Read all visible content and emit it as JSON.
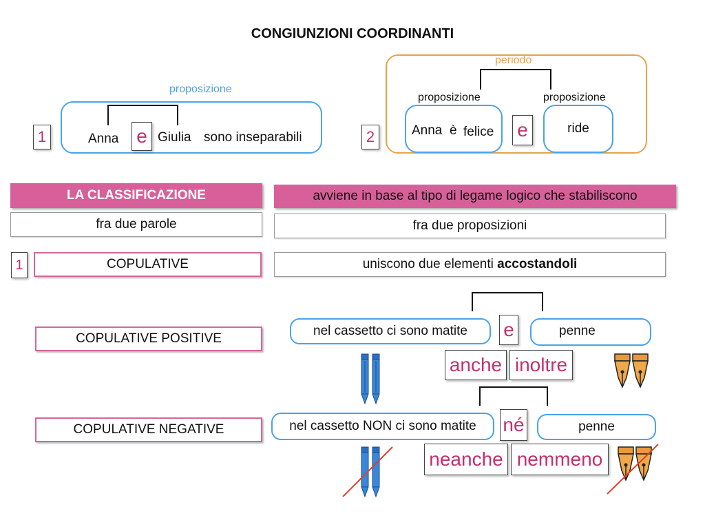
{
  "title": "CONGIUNZIONI COORDINANTI",
  "example1": {
    "number": "1",
    "label": "proposizione",
    "word_anna": "Anna",
    "conj": "e",
    "word_giulia": "Giulia",
    "rest": "sono inseparabili"
  },
  "example2": {
    "number": "2",
    "period_label": "periodo",
    "left_label": "proposizione",
    "right_label": "proposizione",
    "left_anna": "Anna",
    "left_e": "è",
    "left_felice": "felice",
    "conj": "e",
    "right_text": "ride"
  },
  "classification": {
    "header": "LA CLASSIFICAZIONE",
    "description": "avviene in base al tipo di legame logico che stabiliscono",
    "left_sub": "fra due parole",
    "right_sub": "fra due proposizioni"
  },
  "copulative": {
    "number": "1",
    "label": "COPULATIVE",
    "desc_prefix": "uniscono due elementi",
    "desc_bold": "accostandoli"
  },
  "positive": {
    "label": "COPULATIVE POSITIVE",
    "left": "nel cassetto ci sono matite",
    "conj": "e",
    "right": "penne",
    "alt1": "anche",
    "alt2": "inoltre"
  },
  "negative": {
    "label": "COPULATIVE NEGATIVE",
    "left": "nel cassetto NON ci sono matite",
    "conj": "né",
    "right": "penne",
    "alt1": "neanche",
    "alt2": "nemmeno"
  },
  "colors": {
    "pink": "#d8609a",
    "pink_text": "#c2306f",
    "blue": "#4aa3e8",
    "orange": "#e8a24a",
    "cross_red": "#e0402a"
  }
}
